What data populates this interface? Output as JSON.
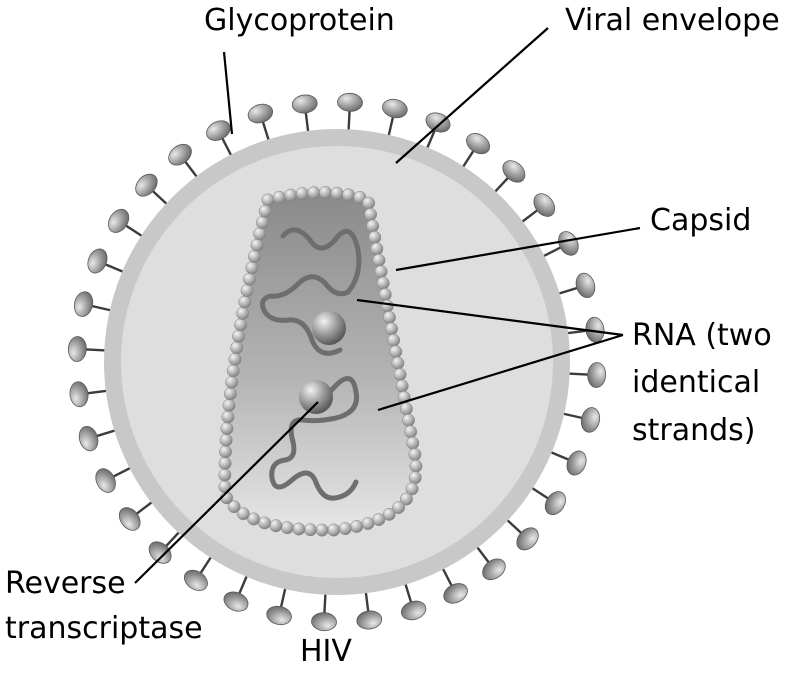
{
  "diagram": {
    "caption": "HIV",
    "labels": {
      "glycoprotein": "Glycoprotein",
      "viral_envelope": "Viral envelope",
      "capsid": "Capsid",
      "rna_line1": "RNA (two",
      "rna_line2": "identical",
      "rna_line3": "strands)",
      "rt_line1": "Reverse",
      "rt_line2": "transcriptase"
    }
  }
}
